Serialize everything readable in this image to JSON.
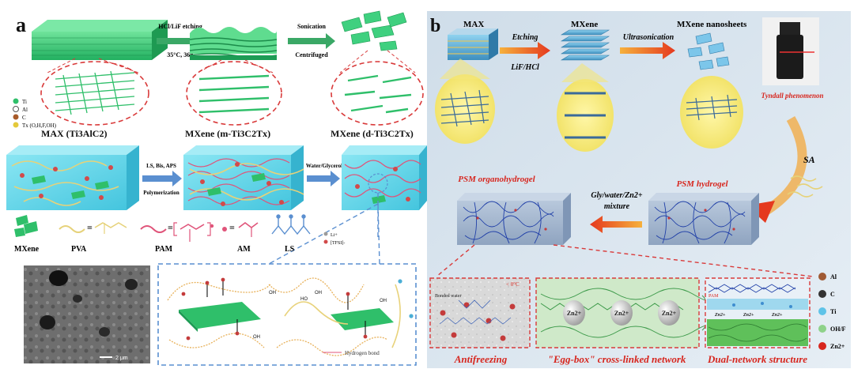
{
  "panel_a": {
    "letter": "a",
    "legend": [
      "Ti",
      "Al",
      "C",
      "Tx (O,H,F,OH)"
    ],
    "arrow1_top": "HCl/LiF etching",
    "arrow1_bottom": "35°C, 36h",
    "arrow2_top": "Sonication",
    "arrow2_bottom": "Centrifuged",
    "label_max": "MAX (Ti3AlC2)",
    "label_m": "MXene (m-Ti3C2Tx)",
    "label_d": "MXene (d-Ti3C2Tx)",
    "arrow3_top": "LS, Bis, APS",
    "arrow3_bottom": "Polymerization",
    "arrow4_top": "Water/Glycerol",
    "comp_mxene": "MXene",
    "comp_pva": "PVA",
    "comp_pam": "PAM",
    "comp_am": "AM",
    "comp_ls": "LS",
    "ls_legend1": "Li+",
    "ls_legend2": "[TFSI]-",
    "sem_scale": "2 μm",
    "hbond_label": "Hydrogen bond",
    "oh": "OH",
    "ho": "HO"
  },
  "panel_b": {
    "letter": "b",
    "max": "MAX",
    "mxene": "MXene",
    "nanosheets": "MXene nanosheets",
    "etching": "Etching",
    "lif": "LiF/HCl",
    "ultra": "Ultrasonication",
    "tyndall": "Tyndall phenomenon",
    "sa": "SA",
    "psm_organo": "PSM organohydrogel",
    "psm_hydro": "PSM hydrogel",
    "mix_top": "Gly/water/Zn2+",
    "mix_bottom": "mixture",
    "bound_water": "Bonded water",
    "zero": "< 0°C",
    "zn": "Zn2+",
    "pam": "PAM",
    "antifreezing": "Antifreezing",
    "eggbox": "\"Egg-box\" cross-linked network",
    "dual": "Dual-network structure",
    "legend": [
      "Al",
      "C",
      "Ti",
      "OH/F",
      "Zn2+"
    ]
  },
  "colors": {
    "green": "#2fbf6a",
    "cyan": "#5fd3e6",
    "red_arrow": "#e8442a",
    "blue_arrow": "#5a8fd0",
    "panel_b_bg": "#dce7f1"
  }
}
